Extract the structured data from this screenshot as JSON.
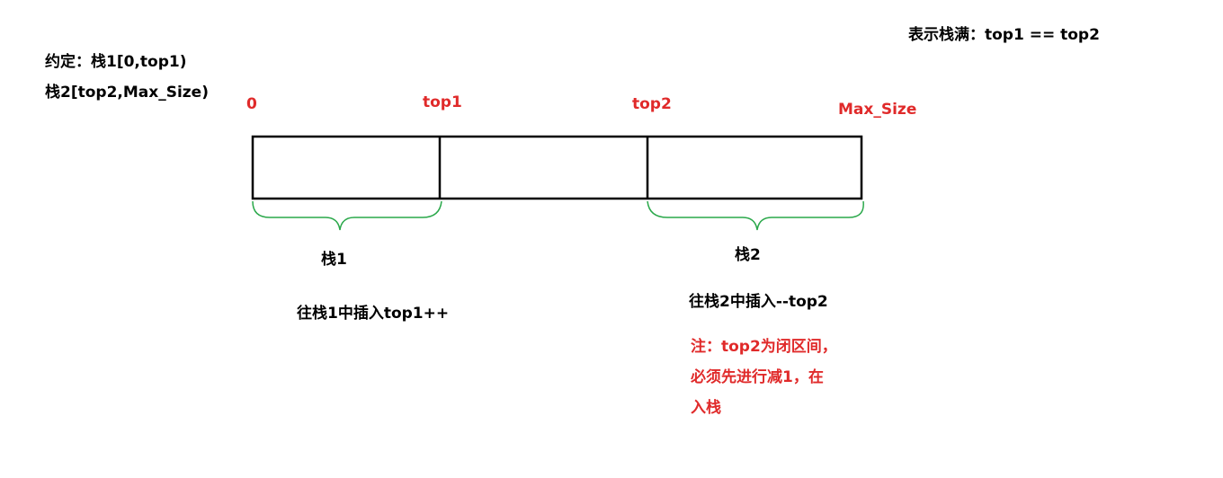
{
  "colors": {
    "text": "#000000",
    "marker": "#e02a2a",
    "brace": "#2aa84a",
    "box": "#000000"
  },
  "convention": {
    "line1": "约定：栈1[0,top1)",
    "line2": "栈2[top2,Max_Size)"
  },
  "full_condition": "表示栈满：top1 == top2",
  "markers": {
    "zero": "0",
    "top1": "top1",
    "top2": "top2",
    "max": "Max_Size"
  },
  "stacks": {
    "stack1": {
      "label": "栈1",
      "push_rule": "往栈1中插入top1++"
    },
    "stack2": {
      "label": "栈2",
      "push_rule": "往栈2中插入--top2"
    }
  },
  "note": {
    "line1": "注：top2为闭区间，",
    "line2": "必须先进行减1，在",
    "line3": "入栈"
  }
}
